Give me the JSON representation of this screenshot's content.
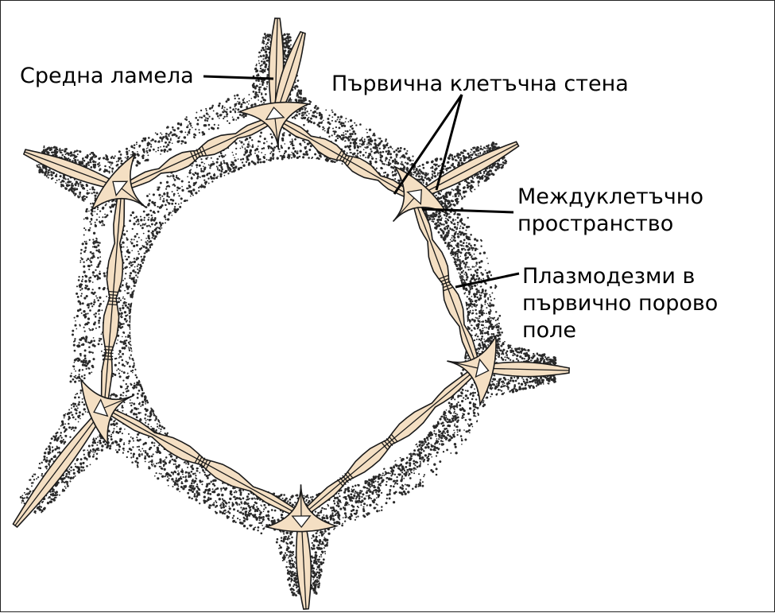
{
  "labels": {
    "middle_lamella": "Средна ламела",
    "primary_wall": "Първична клетъчна стена",
    "intercellular_space": [
      "Междуклетъчно",
      "пространство"
    ],
    "plasmodesmata": [
      "Плазмодезми в",
      "първично порово",
      "поле"
    ]
  },
  "colors": {
    "wall_fill": "#f4dfc3",
    "outline": "#1a1a1a",
    "stipple": "#2a2a2a",
    "background": "#ffffff"
  }
}
